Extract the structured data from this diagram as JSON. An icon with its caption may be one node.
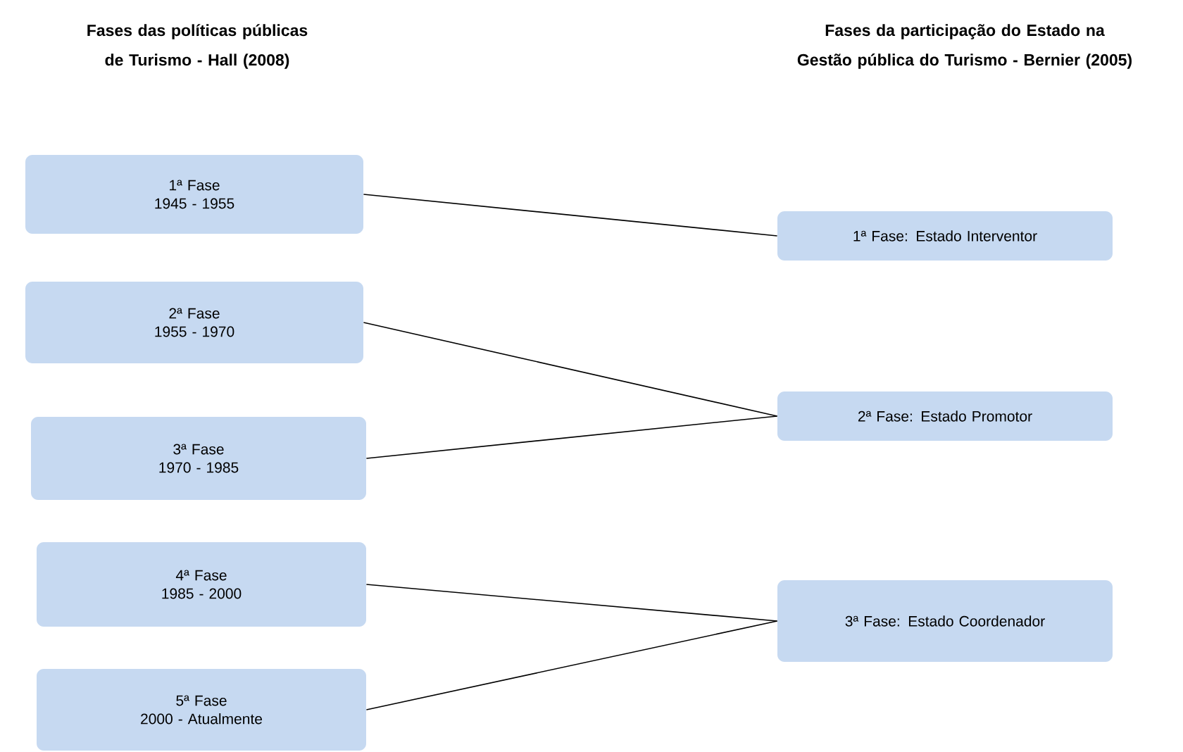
{
  "diagram": {
    "nodes": [
      {
        "text": [
          "1ª Fase",
          "1945 - 1955"
        ]
      },
      {
        "text": [
          "2ª Fase",
          "1955 - 1970"
        ]
      },
      {
        "text": [
          "3ª Fase",
          "1970 - 1985"
        ]
      },
      {
        "text": [
          "4ª Fase",
          "1985 - 2000"
        ]
      },
      {
        "text": [
          "5ª Fase",
          "2000 - Atualmente"
        ]
      },
      {
        "text": [
          "1ª Fase: Estado Interventor"
        ]
      },
      {
        "text": [
          "2ª Fase: Estado Promotor"
        ]
      },
      {
        "text": [
          "3ª Fase: Estado Coordenador"
        ]
      }
    ],
    "edges": [
      {
        "from": 0,
        "to": 5,
        "arrow": "none"
      },
      {
        "from": 1,
        "to": 6,
        "arrow": "none"
      },
      {
        "from": 2,
        "to": 6,
        "arrow": "none"
      },
      {
        "from": 3,
        "to": 7,
        "arrow": "none"
      },
      {
        "from": 4,
        "to": 7,
        "arrow": "none"
      }
    ],
    "labels": [
      "Fases das políticas públicas de Turismo - Hall (2008)",
      "Fases da participação do Estado na Gestão pública do Turismo - Bernier (2005)"
    ]
  }
}
